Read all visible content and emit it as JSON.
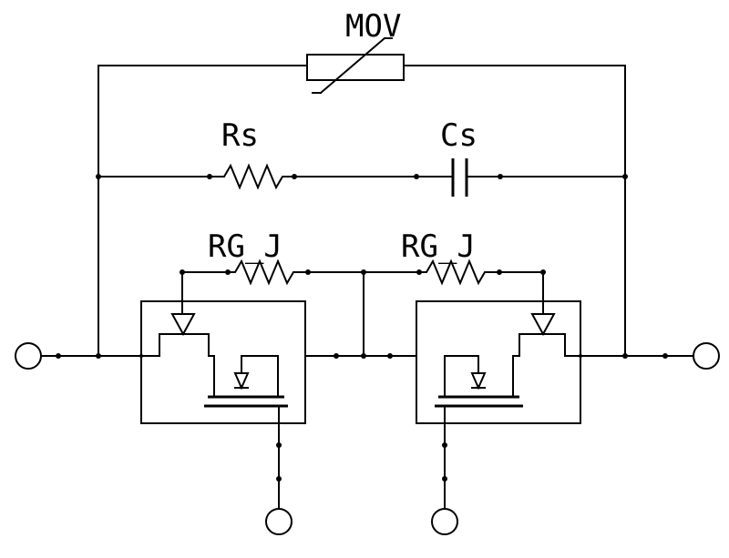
{
  "labels": {
    "mov": "MOV",
    "rs": "Rs",
    "cs": "Cs",
    "rg_left": "RG_J",
    "rg_right": "RG_J"
  },
  "colors": {
    "background": "#ffffff",
    "ink": "#000000"
  }
}
